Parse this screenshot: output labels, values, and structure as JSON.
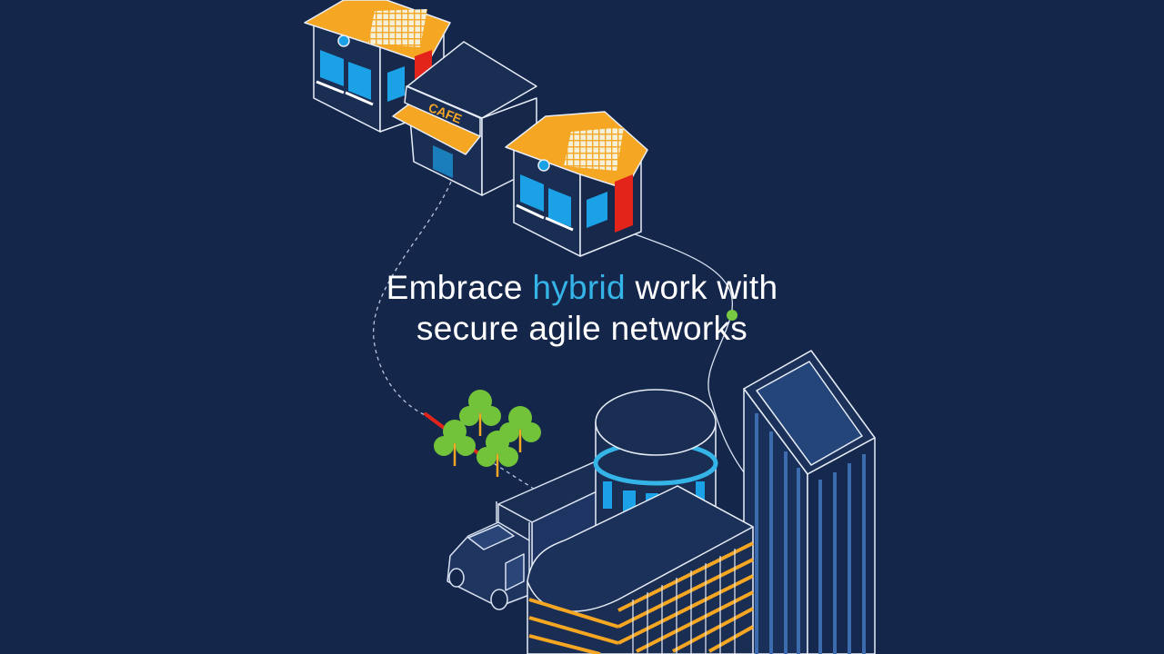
{
  "headline": {
    "line1_before": "Embrace ",
    "line1_accent": "hybrid",
    "line1_after": " work with",
    "line2": "secure agile networks"
  },
  "cafe_sign": "CAFE",
  "colors": {
    "background": "#14264a",
    "accent": "#35b4e8",
    "outline": "#e8eef8",
    "roof": "#f5a623",
    "door": "#e3241b",
    "window": "#1aa1e6",
    "tree": "#72c23a",
    "trunk": "#f5a623",
    "node_dot": "#7ac943"
  },
  "icons": [
    "house-icon",
    "cafe-icon",
    "tree-icon",
    "delivery-truck-icon",
    "office-tower-icon",
    "round-building-icon",
    "skyscraper-icon"
  ]
}
